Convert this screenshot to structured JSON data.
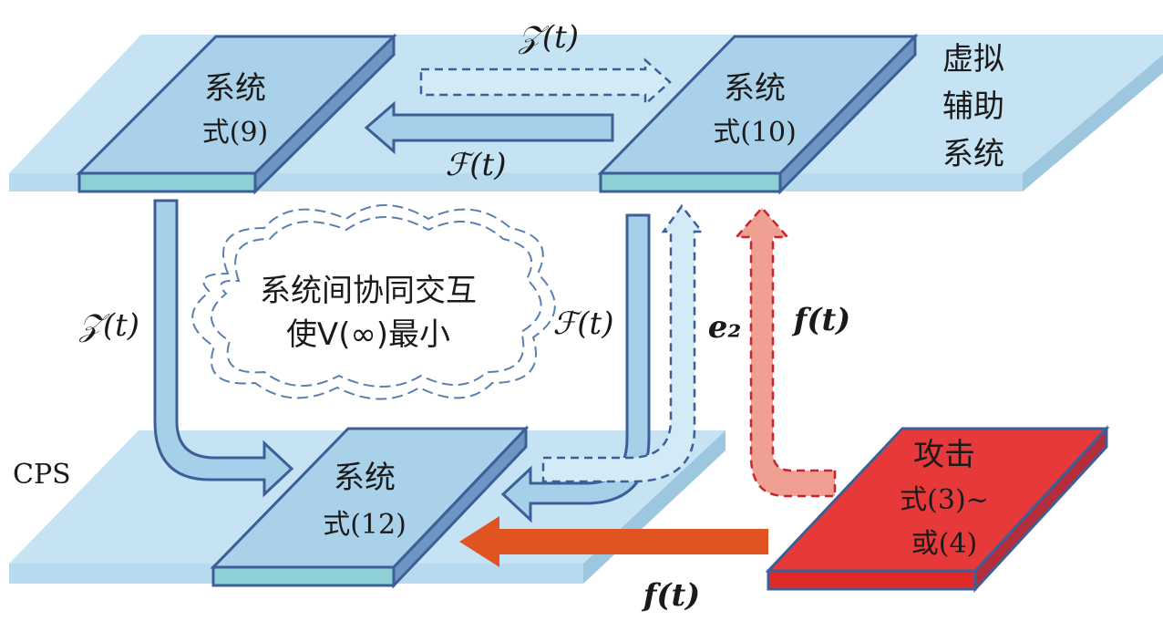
{
  "top_plane": {
    "label_lines": [
      "虚拟",
      "辅助",
      "系统"
    ]
  },
  "bottom_plane": {
    "label": "CPS"
  },
  "boxes": {
    "system9": {
      "lines": [
        "系统",
        "式(9)"
      ]
    },
    "system10": {
      "lines": [
        "系统",
        "式(10)"
      ]
    },
    "system12": {
      "lines": [
        "系统",
        "式(12)"
      ]
    },
    "attack": {
      "lines": [
        "攻击",
        "式(3)~",
        "或(4)"
      ]
    }
  },
  "cloud": {
    "lines": [
      "系统间协同交互",
      "使V(∞)最小"
    ]
  },
  "arrow_labels": {
    "z_top": "𝒵(t)",
    "f_top": "ℱ(t)",
    "z_left": "𝒵(t)",
    "f_mid": "ℱ(t)",
    "e2": "e₂",
    "f_attack_up": "f(t)",
    "f_attack_bottom": "f(t)"
  },
  "colors": {
    "plane_fill": "#c5e3f3",
    "plane_edge": "#a8cfe6",
    "box_top": "#a9d2ea",
    "box_edge": "#3d5f97",
    "box_front": "#8fcfd6",
    "box_side": "#6e96c4",
    "arrow_blue": "#a6d0ea",
    "attack_red": "#e8393a",
    "attack_arrow": "#e25322",
    "attack_up": "#f0a093"
  }
}
